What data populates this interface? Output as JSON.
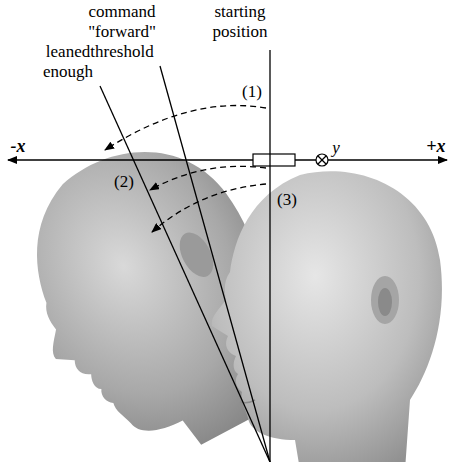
{
  "diagram": {
    "labels": [
      "starting position",
      "command \"forward\" threshold",
      "leaned enough",
      "(1)",
      "(2)",
      "(3)",
      "-x",
      "+x",
      "y"
    ]
  }
}
